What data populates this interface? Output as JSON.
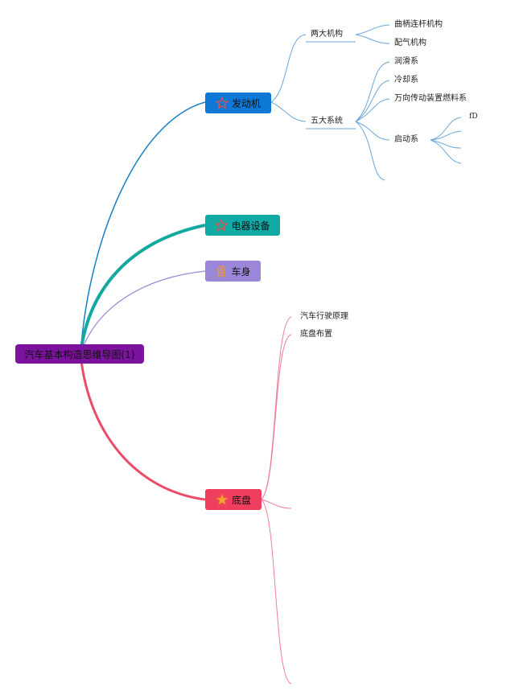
{
  "root": {
    "text": "汽车基本构造思维导图(1)",
    "color": "#7c139e"
  },
  "branches": [
    {
      "text": "发动机",
      "color": "#0e78d6",
      "line_color": "#1580c4",
      "icon": "star-outline-icon",
      "children": [
        {
          "text": "两大机构",
          "children": [
            "曲柄连杆机构",
            "配气机构"
          ]
        },
        {
          "text": "五大系统",
          "children": [
            "润滑系",
            "冷却系",
            "万向传动装置燃料系",
            "启动系",
            "fD"
          ]
        }
      ]
    },
    {
      "text": "电器设备",
      "color": "#10a9a4",
      "line_color": "#14a8a0",
      "icon": "star-outline-icon"
    },
    {
      "text": "车身",
      "color": "#9b86d8",
      "line_color": "#9b86d8",
      "icon": "award-ribbon-icon"
    },
    {
      "text": "底盘",
      "color": "#ef3f5e",
      "line_color": "#ea4c68",
      "icon": "star-filled-icon",
      "children": [
        "汽车行驶原理",
        "底盘布置"
      ]
    }
  ]
}
